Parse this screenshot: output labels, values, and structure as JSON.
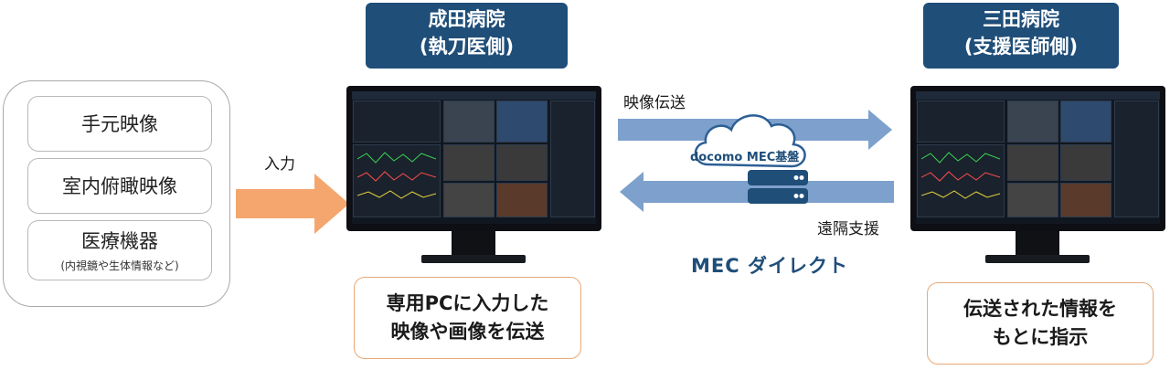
{
  "sources": {
    "items": [
      {
        "label": "手元映像"
      },
      {
        "label": "室内俯瞰映像"
      },
      {
        "label": "医療機器",
        "sub": "(内視鏡や生体情報など)"
      }
    ]
  },
  "input_label": "入力",
  "hospital_left": {
    "name": "成田病院",
    "role": "(執刀医側)",
    "caption_lines": [
      "専用PCに入力した",
      "映像や画像を伝送"
    ]
  },
  "hospital_right": {
    "name": "三田病院",
    "role": "(支援医師側)",
    "caption_lines": [
      "伝送された情報を",
      "もとに指示"
    ]
  },
  "flow": {
    "video_transmission": "映像伝送",
    "remote_support": "遠隔支援",
    "cloud_label": "docomo MEC基盤",
    "mec_direct": "MEC ダイレクト"
  },
  "colors": {
    "badge": "#1f4e79",
    "flow_arrow": "#5b86b9",
    "input_arrow": "#f4a66e",
    "caption_border": "#e8a977",
    "cloud_stroke": "#1f4e79"
  }
}
